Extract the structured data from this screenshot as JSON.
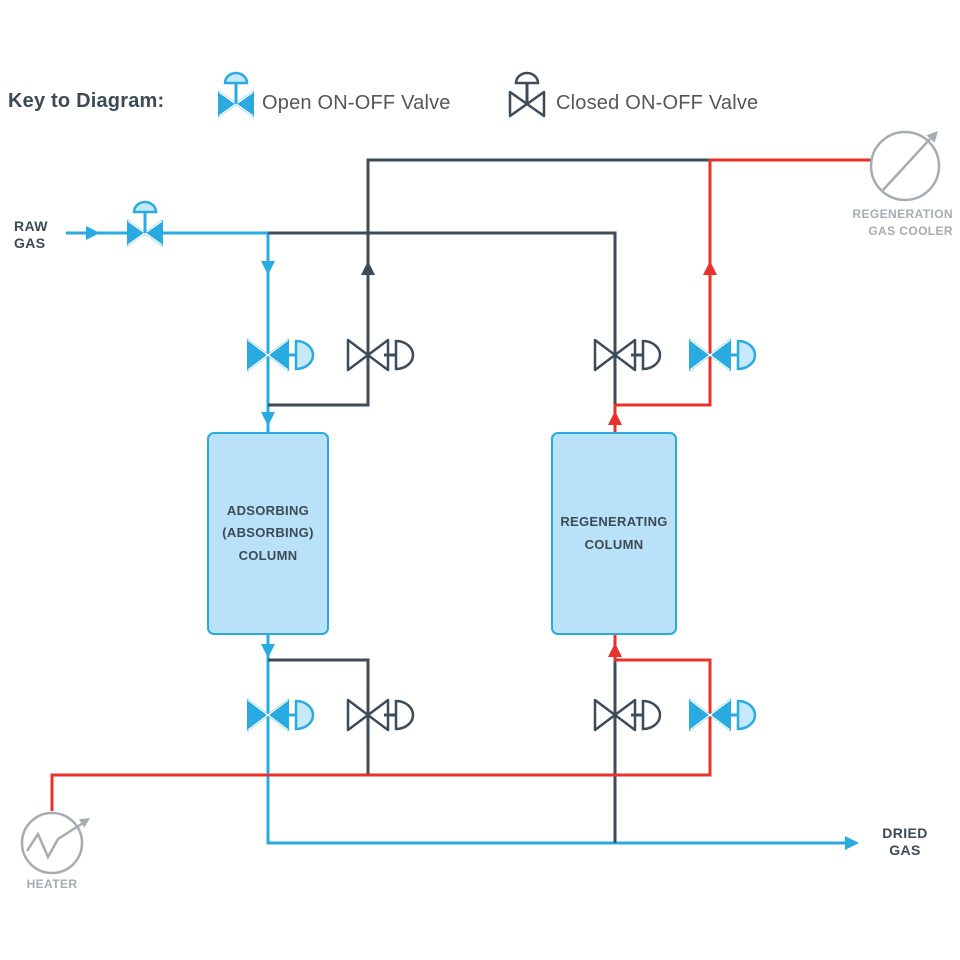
{
  "colors": {
    "open": "#29ABE2",
    "openFill": "#C6E9FA",
    "closed": "#3D4C5A",
    "hot": "#E8312A",
    "gray": "#A5ACB2",
    "columnFill": "#B9E2F8",
    "textDark": "#3C4A56",
    "keyText": "#55565A"
  },
  "key": {
    "title": "Key to Diagram:",
    "items": [
      {
        "icon": "open-on-off-valve-icon",
        "label": "Open ON-OFF Valve"
      },
      {
        "icon": "closed-on-off-valve-icon",
        "label": "Closed ON-OFF Valve"
      }
    ]
  },
  "streams": {
    "raw_gas": [
      "RAW",
      "GAS"
    ],
    "dried_gas": [
      "DRIED",
      "GAS"
    ]
  },
  "equipment": {
    "adsorbing_column": {
      "lines": [
        "ADSORBING",
        "(ABSORBING)",
        "COLUMN"
      ]
    },
    "regenerating_column": {
      "lines": [
        "REGENERATING",
        "COLUMN"
      ]
    },
    "regeneration_gas_cooler": {
      "lines": [
        "REGENERATION",
        "GAS COOLER"
      ]
    },
    "heater": {
      "label": "HEATER"
    }
  },
  "valves": [
    {
      "id": "raw-gas-inlet-valve",
      "state": "open"
    },
    {
      "id": "adsorbing-column-inlet-valve",
      "state": "open"
    },
    {
      "id": "adsorbing-column-regen-outlet-valve",
      "state": "closed"
    },
    {
      "id": "regenerating-column-inlet-valve",
      "state": "closed"
    },
    {
      "id": "regenerating-column-regen-outlet-valve",
      "state": "open"
    },
    {
      "id": "adsorbing-column-outlet-valve",
      "state": "open"
    },
    {
      "id": "adsorbing-column-regen-drain-valve",
      "state": "closed"
    },
    {
      "id": "regenerating-column-outlet-valve",
      "state": "closed"
    },
    {
      "id": "regenerating-column-regen-inlet-valve",
      "state": "open"
    }
  ]
}
